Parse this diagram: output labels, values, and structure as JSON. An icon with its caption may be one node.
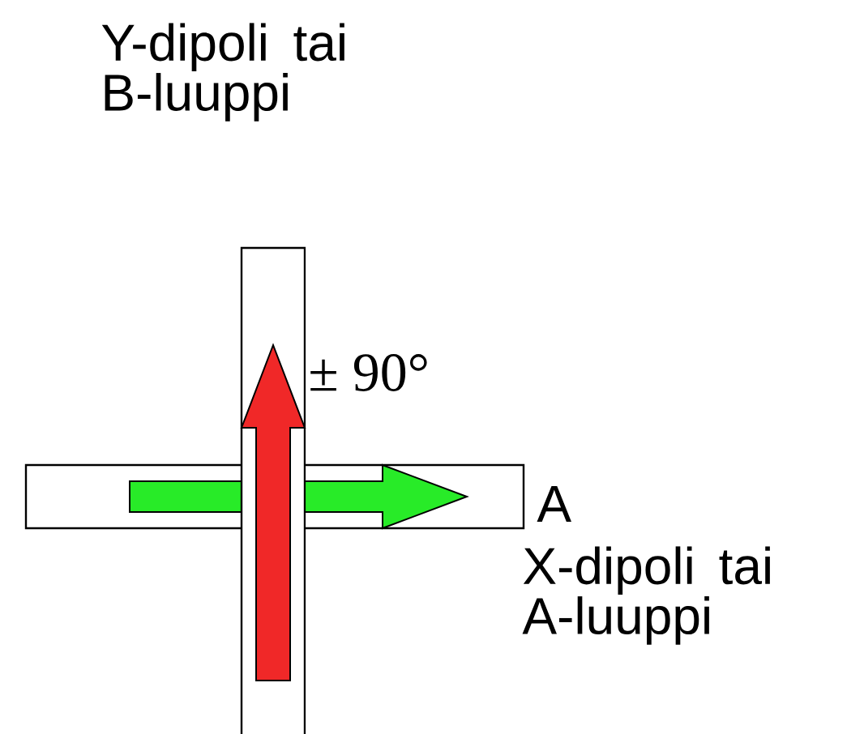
{
  "diagram": {
    "labels": [
      "Y-dipoli tai B-luuppi",
      "± 90°",
      "A",
      "X-dipoli tai A-luuppi"
    ]
  }
}
